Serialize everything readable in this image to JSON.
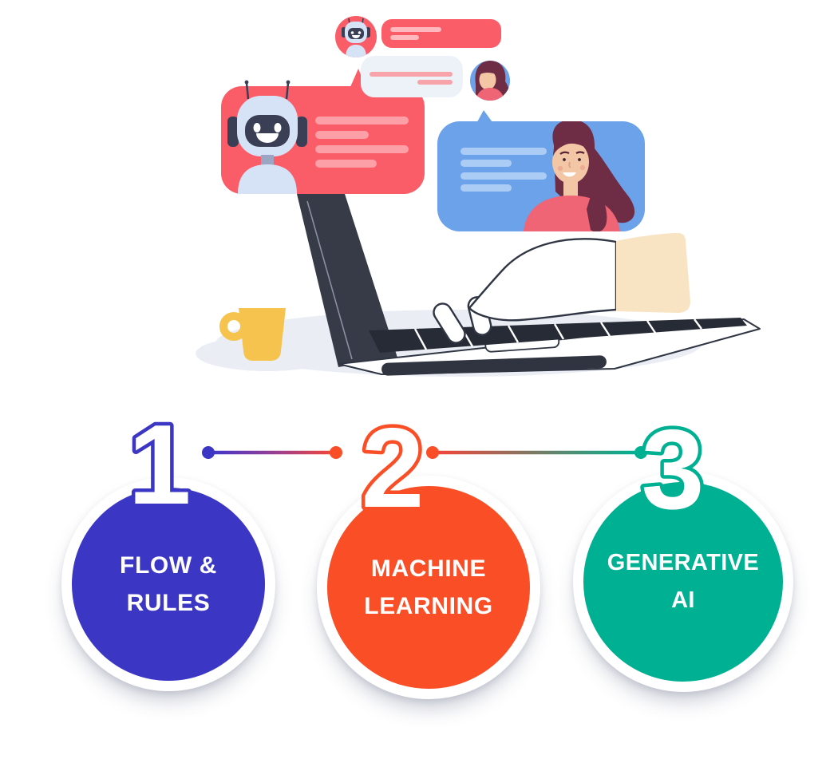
{
  "meta": {
    "description": "Infographic of three chatbot types below an illustration of a person chatting with a robot assistant on a laptop",
    "background": "#ffffff"
  },
  "illustration": {
    "elements": [
      "bot-mini-avatar-icon",
      "bot-mini-chat-bubble",
      "typing-indicator-bubble",
      "user-mini-avatar-icon",
      "bot-message-bubble",
      "robot-avatar-icon",
      "user-message-bubble",
      "woman-illustration",
      "laptop-icon",
      "typing-hand",
      "coffee-cup-icon",
      "ground-shadow"
    ],
    "colors": {
      "bot_bubble": "#fb5d68",
      "bot_bubble_lines": "#fd9fa7",
      "mini_bubble_lines": "#ffb9be",
      "user_bubble": "#6ba2e9",
      "user_bubble_lines": "#abcdf5",
      "gray_bubble": "#edf1f8",
      "gray_bubble_lines": "#f8a3aa",
      "robot_body": "#d6e2f6",
      "robot_face": "#3a3f55",
      "woman_hair": "#6e2d44",
      "woman_skin": "#f3c6a5",
      "woman_shirt": "#ef6575",
      "laptop": "#363b47",
      "laptop_keys": "#262b36",
      "hand_outline": "#2f3542",
      "sleeve": "#f8e4c3",
      "cup": "#f6c44e",
      "ground_shadow": "#eaeef4"
    }
  },
  "steps": [
    {
      "number": "1",
      "label_lines": [
        "FLOW &",
        "RULES"
      ],
      "color": "#3b36c4"
    },
    {
      "number": "2",
      "label_lines": [
        "MACHINE",
        "LEARNING"
      ],
      "color": "#f94e26"
    },
    {
      "number": "3",
      "label_lines": [
        "GENERATIVE",
        "AI"
      ],
      "color": "#00b092"
    }
  ],
  "connectors": [
    {
      "from": "1",
      "to": "2",
      "gradient": [
        "#4336c8",
        "#ef4639"
      ]
    },
    {
      "from": "2",
      "to": "3",
      "gradient": [
        "#ef4639",
        "#00b092"
      ]
    }
  ]
}
